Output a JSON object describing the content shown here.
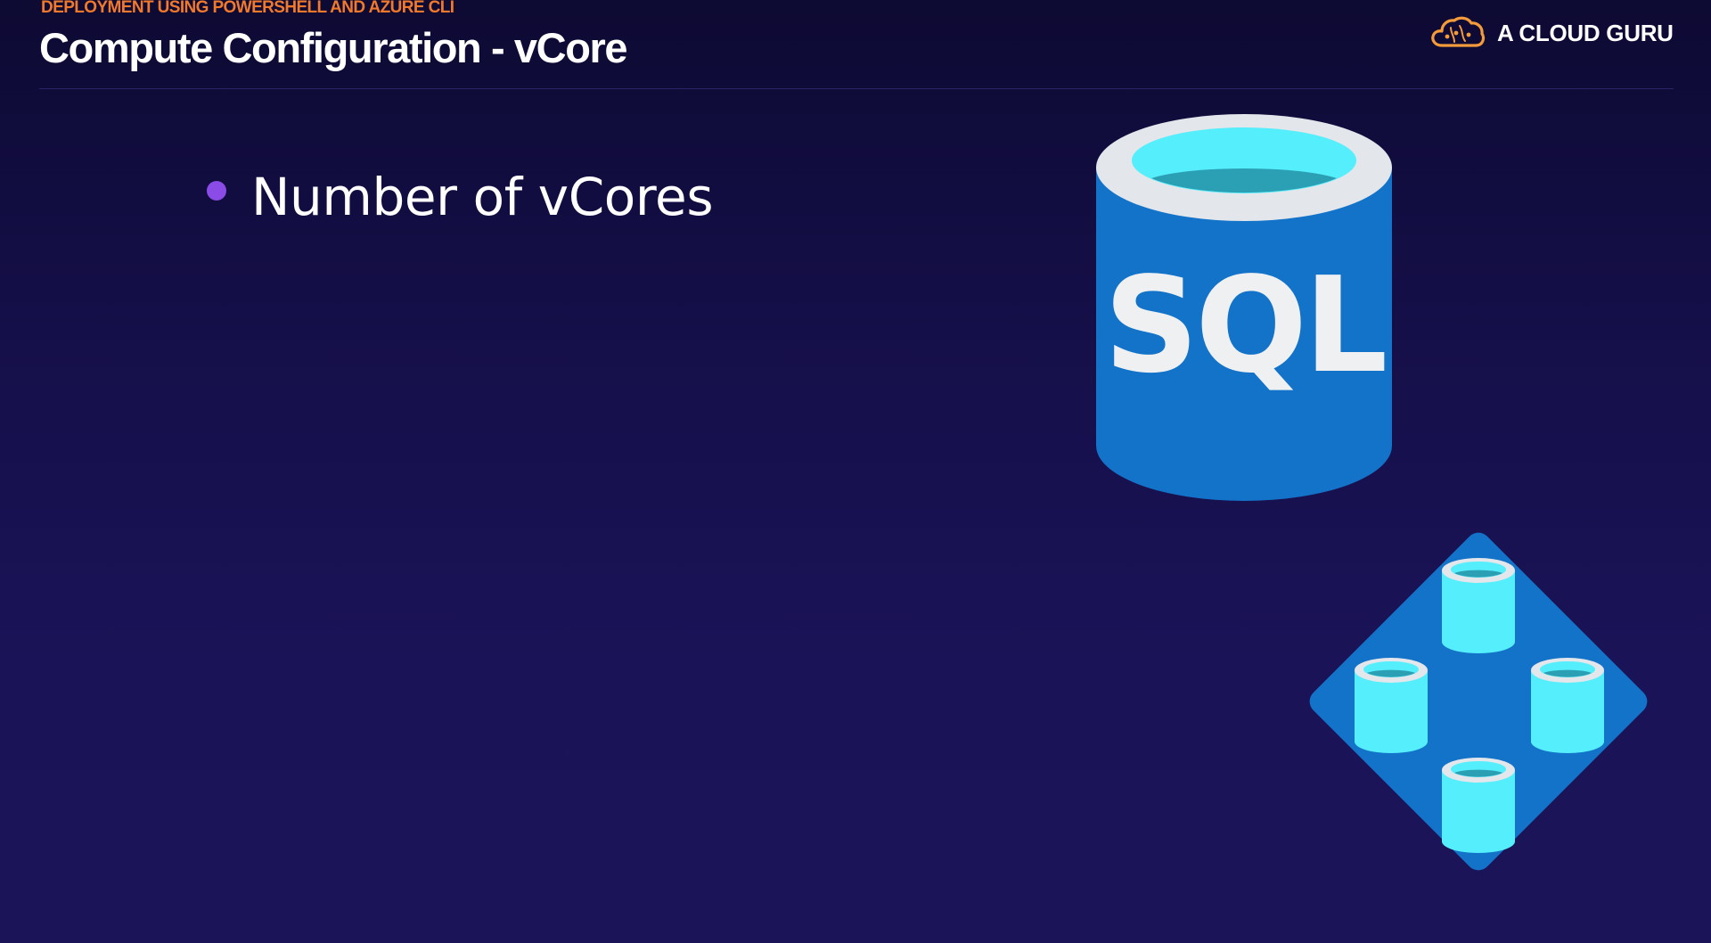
{
  "header": {
    "kicker": "DEPLOYMENT USING POWERSHELL AND AZURE CLI",
    "title": "Compute Configuration - vCore"
  },
  "brand": {
    "name": "A CLOUD GURU",
    "icon": "cloud-icon"
  },
  "bullets": [
    {
      "text": "Number of vCores"
    }
  ],
  "illustrations": {
    "database": {
      "icon": "sql-database-icon",
      "label": "SQL"
    },
    "elastic_pool": {
      "icon": "elastic-pool-icon"
    }
  },
  "colors": {
    "background_top": "#0d0a33",
    "background_bottom": "#1c1459",
    "kicker": "#f0792b",
    "bullet": "#8a4be6",
    "azure_blue": "#1373c8",
    "cyan": "#55eefc",
    "rim": "#e3e6ea",
    "brand_orange": "#f39a3b"
  }
}
